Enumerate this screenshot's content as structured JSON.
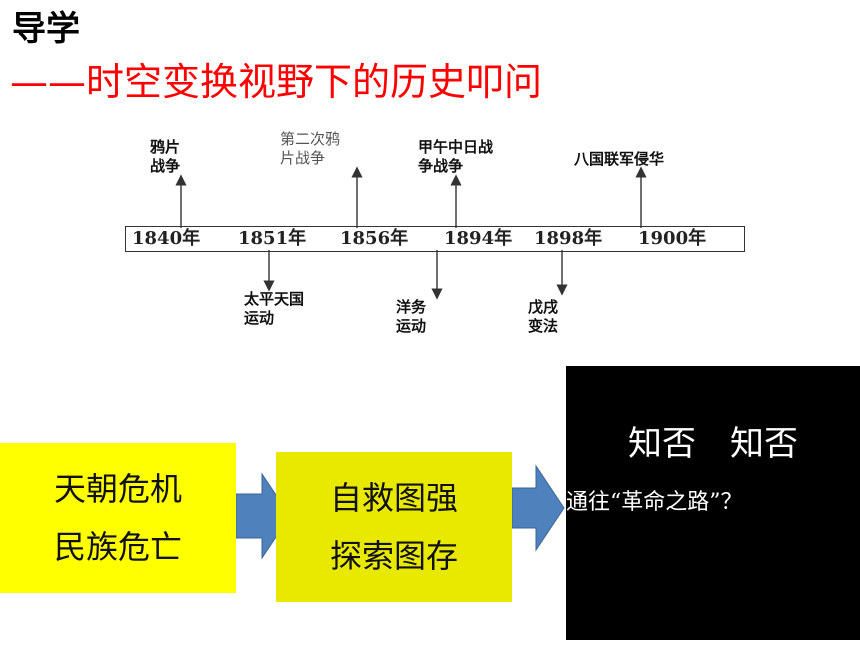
{
  "header": {
    "title": "导学",
    "subtitle": "——时空变换视野下的历史叩问"
  },
  "timeline": {
    "years": [
      "1840年",
      "1851年",
      "1856年",
      "1894年",
      "1898年",
      "1900年"
    ],
    "events_above": [
      {
        "label": "鸦片\n战争"
      },
      {
        "label": "第二次鸦\n片战争"
      },
      {
        "label": "甲午中日战\n争战争"
      },
      {
        "label": "八国联军侵华"
      }
    ],
    "events_below": [
      {
        "label": "太平天国\n运动"
      },
      {
        "label": "洋务\n运动"
      },
      {
        "label": "戊戌\n变法"
      }
    ]
  },
  "flow": {
    "box1": [
      "天朝危机",
      "民族危亡"
    ],
    "box2": [
      "自救图强",
      "探索图存"
    ],
    "box3": {
      "heading": "知否　知否",
      "text": "通往“革命之路”？"
    }
  },
  "colors": {
    "subtitle": "#ff0000",
    "box_yellow": "#ffff00",
    "arrow_blue": "#4f81bd",
    "black_box": "#000000"
  }
}
